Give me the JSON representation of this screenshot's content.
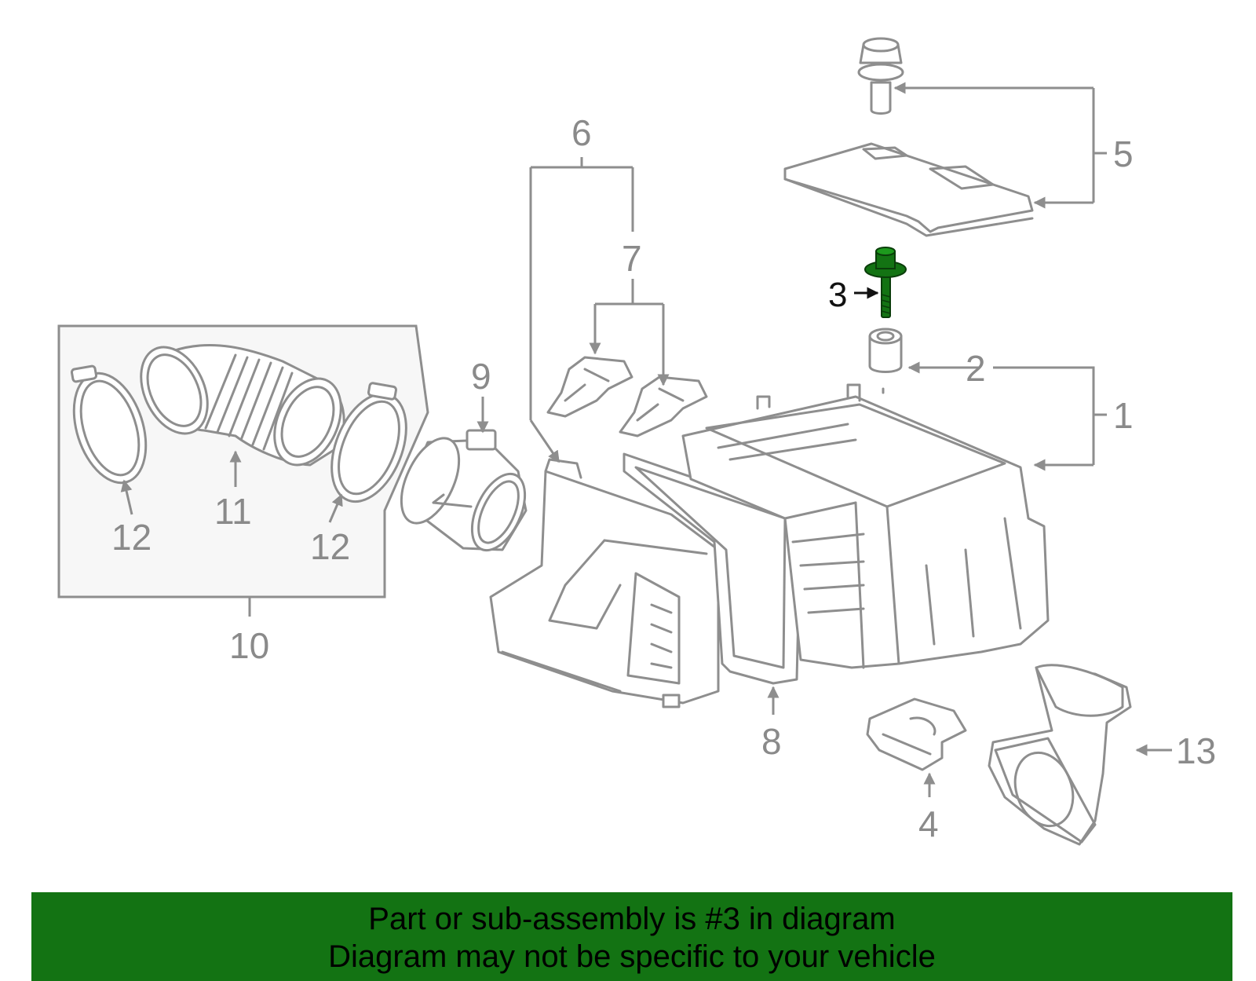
{
  "callouts": {
    "c1": "1",
    "c2": "2",
    "c3": "3",
    "c4": "4",
    "c5": "5",
    "c6": "6",
    "c7": "7",
    "c8": "8",
    "c9": "9",
    "c10": "10",
    "c11": "11",
    "c12a": "12",
    "c12b": "12",
    "c13": "13"
  },
  "highlight": {
    "part_number": "3",
    "color": "#137313"
  },
  "colors": {
    "line_art": "#8e8e8e",
    "inset_fill": "#f7f7f7",
    "banner": "#137313"
  },
  "footer": {
    "line1": "Part or sub-assembly is #3 in diagram",
    "line2": "Diagram may not be specific to your vehicle"
  }
}
